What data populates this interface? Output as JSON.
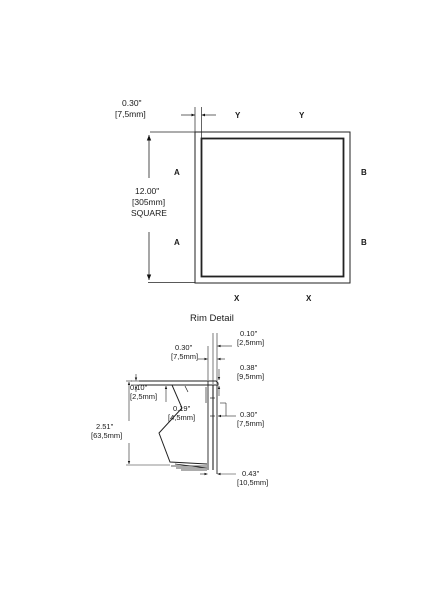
{
  "square": {
    "rim_width": {
      "imperial": "0.30\"",
      "metric": "[7,5mm]"
    },
    "side": {
      "imperial": "12.00\"",
      "metric": "[305mm]",
      "shape": "SQUARE"
    },
    "section_marks": {
      "a_top": "A",
      "a_bottom": "A",
      "b_top": "B",
      "b_bottom": "B",
      "x_left": "X",
      "x_right": "X",
      "y_left": "Y",
      "y_right": "Y"
    }
  },
  "rim_detail": {
    "title": "Rim Detail",
    "dims": {
      "d010_top": {
        "imperial": "0.10\"",
        "metric": "[2,5mm]"
      },
      "d030_top": {
        "imperial": "0.30\"",
        "metric": "[7,5mm]"
      },
      "d038": {
        "imperial": "0.38\"",
        "metric": "[9,5mm]"
      },
      "d010_left": {
        "imperial": "0.10\"",
        "metric": "[2,5mm]"
      },
      "d019": {
        "imperial": "0.19\"",
        "metric": "[4,5mm]"
      },
      "d030_right": {
        "imperial": "0.30\"",
        "metric": "[7,5mm]"
      },
      "d251": {
        "imperial": "2.51\"",
        "metric": "[63,5mm]"
      },
      "d043": {
        "imperial": "0.43\"",
        "metric": "[10,5mm]"
      }
    }
  }
}
